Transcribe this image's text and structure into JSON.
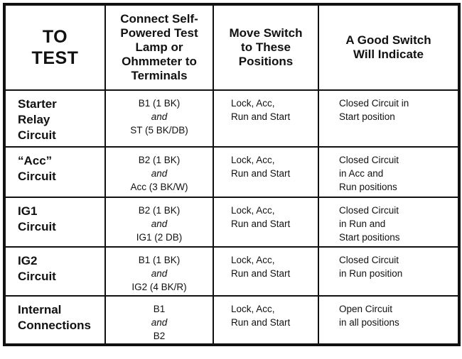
{
  "table": {
    "headers": [
      [
        "TO",
        "TEST"
      ],
      [
        "Connect Self-",
        "Powered Test",
        "Lamp or",
        "Ohmmeter to",
        "Terminals"
      ],
      [
        "Move Switch",
        "to These",
        "Positions"
      ],
      [
        "A Good Switch",
        "Will Indicate"
      ]
    ],
    "rows": [
      {
        "test": [
          "Starter",
          "Relay",
          "Circuit"
        ],
        "terminals": [
          "B1 (1 BK)",
          "and",
          "ST (5 BK/DB)"
        ],
        "positions": [
          "Lock, Acc,",
          "Run and Start"
        ],
        "indication": [
          "Closed Circuit in",
          "Start position"
        ]
      },
      {
        "test": [
          "“Acc”",
          "Circuit"
        ],
        "terminals": [
          "B2 (1 BK)",
          "and",
          "Acc (3 BK/W)"
        ],
        "positions": [
          "Lock, Acc,",
          "Run and Start"
        ],
        "indication": [
          "Closed Circuit",
          "in Acc and",
          "Run positions"
        ]
      },
      {
        "test": [
          "IG1",
          "Circuit"
        ],
        "terminals": [
          "B2 (1 BK)",
          "and",
          "IG1 (2 DB)"
        ],
        "positions": [
          "Lock, Acc,",
          "Run and Start"
        ],
        "indication": [
          "Closed Circuit",
          "in Run and",
          "Start positions"
        ]
      },
      {
        "test": [
          "IG2",
          "Circuit"
        ],
        "terminals": [
          "B1 (1 BK)",
          "and",
          "IG2 (4 BK/R)"
        ],
        "positions": [
          "Lock, Acc,",
          "Run and Start"
        ],
        "indication": [
          "Closed Circuit",
          "in Run position"
        ]
      },
      {
        "test": [
          "Internal",
          "Connections"
        ],
        "terminals": [
          "B1",
          "and",
          "B2"
        ],
        "positions": [
          "Lock, Acc,",
          "Run and Start"
        ],
        "indication": [
          "Open Circuit",
          "in all positions"
        ]
      }
    ]
  }
}
